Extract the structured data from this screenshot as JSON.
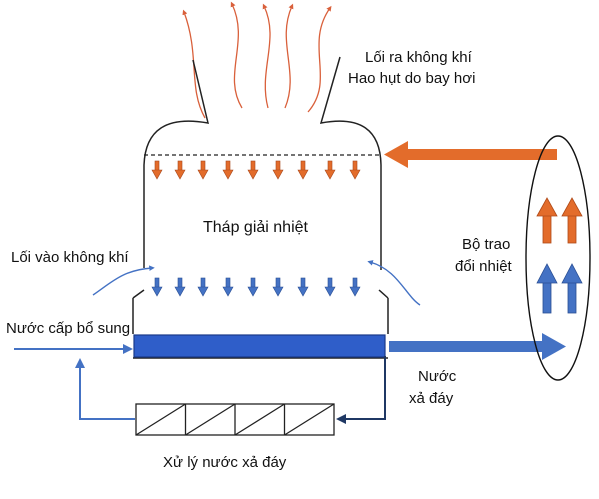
{
  "labels": {
    "air_outlet": "Lối ra không khí",
    "evaporation_loss": "Hao hụt do bay hơi",
    "tower": "Tháp giải nhiệt",
    "air_inlet": "Lối vào không khí",
    "heat_exchanger_line1": "Bộ trao",
    "heat_exchanger_line2": "đổi nhiệt",
    "makeup_water": "Nước cấp bổ sung",
    "blowdown_line1": "Nước",
    "blowdown_line2": "xả đáy",
    "blowdown_treatment": "Xử lý nước xả đáy"
  },
  "colors": {
    "hot": "#e36c2b",
    "hot_wave": "#d9603b",
    "cold": "#4472c4",
    "basin": "#2f5ec9",
    "outline": "#222222",
    "return_pipe": "#1f3864"
  },
  "icons": {
    "hot_water_arrows": "arrow-down-orange",
    "cold_water_arrows": "arrow-down-blue",
    "exhaust": "wavy-arrow-up-red",
    "inflow": "curved-arrow-blue"
  }
}
